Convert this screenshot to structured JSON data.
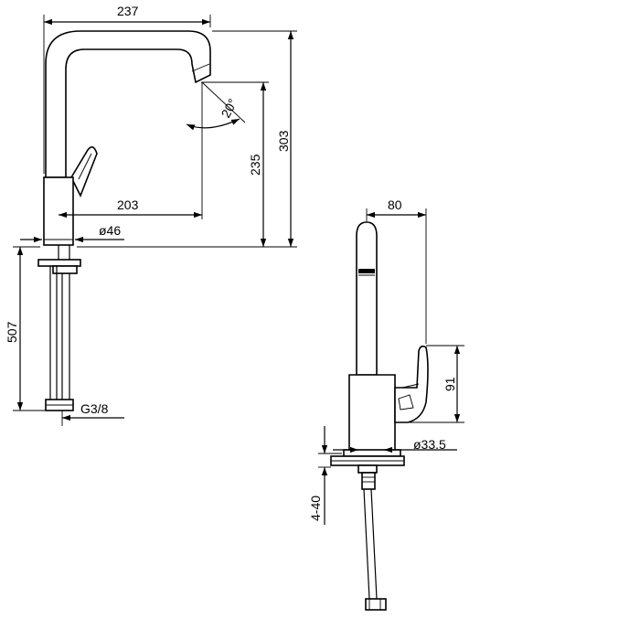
{
  "side_view": {
    "dim_spout_reach": "237",
    "dim_total_height": "303",
    "dim_spout_height": "235",
    "dim_spout_angle": "20°",
    "dim_spout_offset": "203",
    "dim_base_diameter": "ø46",
    "dim_hose_length": "507",
    "dim_connection": "G3/8"
  },
  "front_view": {
    "dim_handle_depth": "80",
    "dim_handle_height": "91",
    "dim_mount_hole": "ø33.5",
    "dim_deck_thickness": "4-40"
  }
}
